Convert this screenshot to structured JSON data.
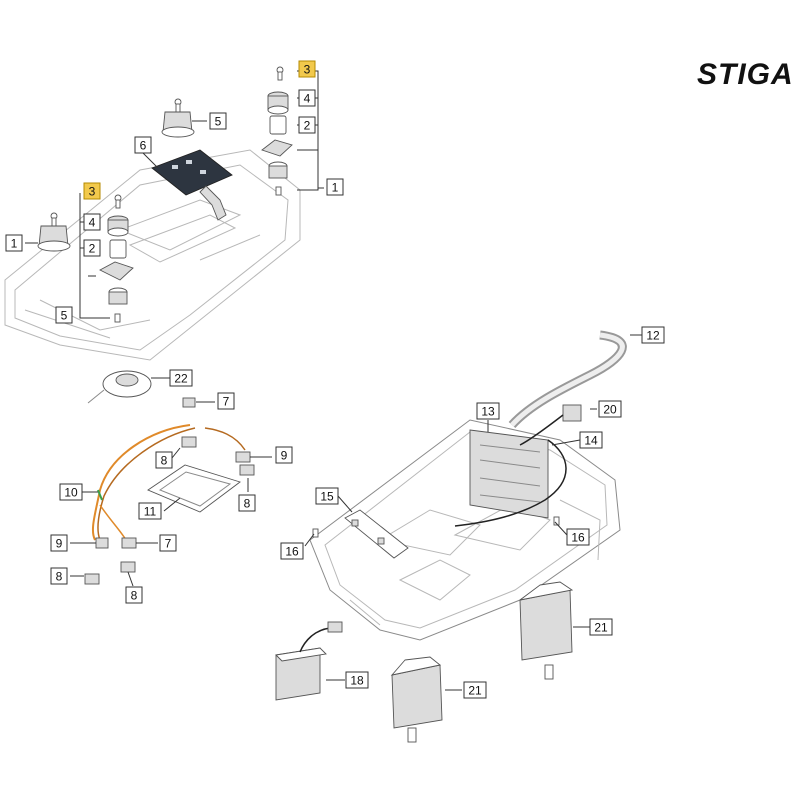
{
  "brand": {
    "logo_text": "STIGA"
  },
  "callouts": [
    {
      "id": "c3-top",
      "label": "3",
      "highlight": true
    },
    {
      "id": "c4-top",
      "label": "4",
      "highlight": false
    },
    {
      "id": "c5-top",
      "label": "5",
      "highlight": false
    },
    {
      "id": "c2-top",
      "label": "2",
      "highlight": false
    },
    {
      "id": "c6",
      "label": "6",
      "highlight": false
    },
    {
      "id": "c1-right",
      "label": "1",
      "highlight": false
    },
    {
      "id": "c3-left",
      "label": "3",
      "highlight": true
    },
    {
      "id": "c4-left",
      "label": "4",
      "highlight": false
    },
    {
      "id": "c1-left",
      "label": "1",
      "highlight": false
    },
    {
      "id": "c2-left",
      "label": "2",
      "highlight": false
    },
    {
      "id": "c5-left",
      "label": "5",
      "highlight": false
    },
    {
      "id": "c22",
      "label": "22",
      "highlight": false
    },
    {
      "id": "c7-top",
      "label": "7",
      "highlight": false
    },
    {
      "id": "c8-a",
      "label": "8",
      "highlight": false
    },
    {
      "id": "c9-right",
      "label": "9",
      "highlight": false
    },
    {
      "id": "c8-b",
      "label": "8",
      "highlight": false
    },
    {
      "id": "c10",
      "label": "10",
      "highlight": false
    },
    {
      "id": "c11",
      "label": "11",
      "highlight": false
    },
    {
      "id": "c9-left",
      "label": "9",
      "highlight": false
    },
    {
      "id": "c7-bottom",
      "label": "7",
      "highlight": false
    },
    {
      "id": "c8-c",
      "label": "8",
      "highlight": false
    },
    {
      "id": "c8-d",
      "label": "8",
      "highlight": false
    },
    {
      "id": "c12",
      "label": "12",
      "highlight": false
    },
    {
      "id": "c13",
      "label": "13",
      "highlight": false
    },
    {
      "id": "c20",
      "label": "20",
      "highlight": false
    },
    {
      "id": "c14",
      "label": "14",
      "highlight": false
    },
    {
      "id": "c15",
      "label": "15",
      "highlight": false
    },
    {
      "id": "c16-left",
      "label": "16",
      "highlight": false
    },
    {
      "id": "c16-right",
      "label": "16",
      "highlight": false
    },
    {
      "id": "c21-top",
      "label": "21",
      "highlight": false
    },
    {
      "id": "c18",
      "label": "18",
      "highlight": false
    },
    {
      "id": "c21-bottom",
      "label": "21",
      "highlight": false
    }
  ],
  "colors": {
    "highlight_fill": "#f2c94c",
    "box_stroke": "#333333",
    "wire_orange": "#e08a2a",
    "wire_green": "#3aa04a",
    "wire_dark": "#222222"
  }
}
